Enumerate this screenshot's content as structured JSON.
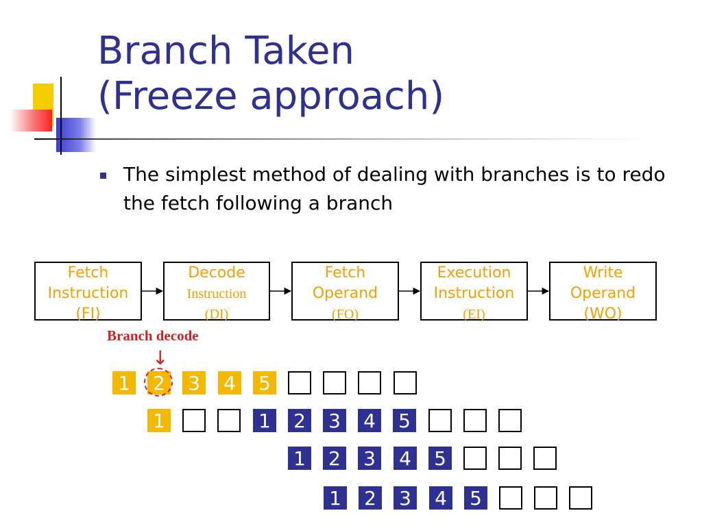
{
  "slide": {
    "title_line1": "Branch Taken",
    "title_line2": "(Freeze approach)",
    "bullet": "The simplest method of dealing with branches is to redo the fetch following a branch"
  },
  "pipeline": {
    "stages": [
      {
        "line1": "Fetch",
        "line2": "Instruction",
        "line3": "(FI)"
      },
      {
        "line1": "Decode",
        "line2": "Instruction",
        "line3": "(DI)"
      },
      {
        "line1": "Fetch",
        "line2": "Operand",
        "line3": "(FO)"
      },
      {
        "line1": "Execution",
        "line2": "Instruction",
        "line3": "(EI)"
      },
      {
        "line1": "Write",
        "line2": "Operand",
        "line3": "(WO)"
      }
    ],
    "annotation": "Branch decode",
    "arrow_glyph": "↓"
  },
  "timing_rows": [
    {
      "cells": [
        {
          "label": "1",
          "kind": "yellow"
        },
        {
          "label": "2",
          "kind": "yellow"
        },
        {
          "label": "3",
          "kind": "yellow"
        },
        {
          "label": "4",
          "kind": "yellow"
        },
        {
          "label": "5",
          "kind": "yellow"
        },
        {
          "label": "",
          "kind": "empty"
        },
        {
          "label": "",
          "kind": "empty"
        },
        {
          "label": "",
          "kind": "empty"
        },
        {
          "label": "",
          "kind": "empty"
        }
      ]
    },
    {
      "cells": [
        {
          "label": "1",
          "kind": "yellow"
        },
        {
          "label": "",
          "kind": "empty"
        },
        {
          "label": "",
          "kind": "empty"
        },
        {
          "label": "1",
          "kind": "blue"
        },
        {
          "label": "2",
          "kind": "blue"
        },
        {
          "label": "3",
          "kind": "blue"
        },
        {
          "label": "4",
          "kind": "blue"
        },
        {
          "label": "5",
          "kind": "blue"
        },
        {
          "label": "",
          "kind": "empty"
        },
        {
          "label": "",
          "kind": "empty"
        },
        {
          "label": "",
          "kind": "empty"
        }
      ]
    },
    {
      "cells": [
        {
          "label": "1",
          "kind": "blue"
        },
        {
          "label": "2",
          "kind": "blue"
        },
        {
          "label": "3",
          "kind": "blue"
        },
        {
          "label": "4",
          "kind": "blue"
        },
        {
          "label": "5",
          "kind": "blue"
        },
        {
          "label": "",
          "kind": "empty"
        },
        {
          "label": "",
          "kind": "empty"
        },
        {
          "label": "",
          "kind": "empty"
        }
      ]
    },
    {
      "cells": [
        {
          "label": "1",
          "kind": "blue"
        },
        {
          "label": "2",
          "kind": "blue"
        },
        {
          "label": "3",
          "kind": "blue"
        },
        {
          "label": "4",
          "kind": "blue"
        },
        {
          "label": "5",
          "kind": "blue"
        },
        {
          "label": "",
          "kind": "empty"
        },
        {
          "label": "",
          "kind": "empty"
        },
        {
          "label": "",
          "kind": "empty"
        }
      ]
    }
  ],
  "colors": {
    "title": "#2e3192",
    "stage_text": "#f5a000",
    "annotation": "#d02020",
    "yellow_cell": "#f5b800",
    "blue_cell": "#2e3192"
  }
}
